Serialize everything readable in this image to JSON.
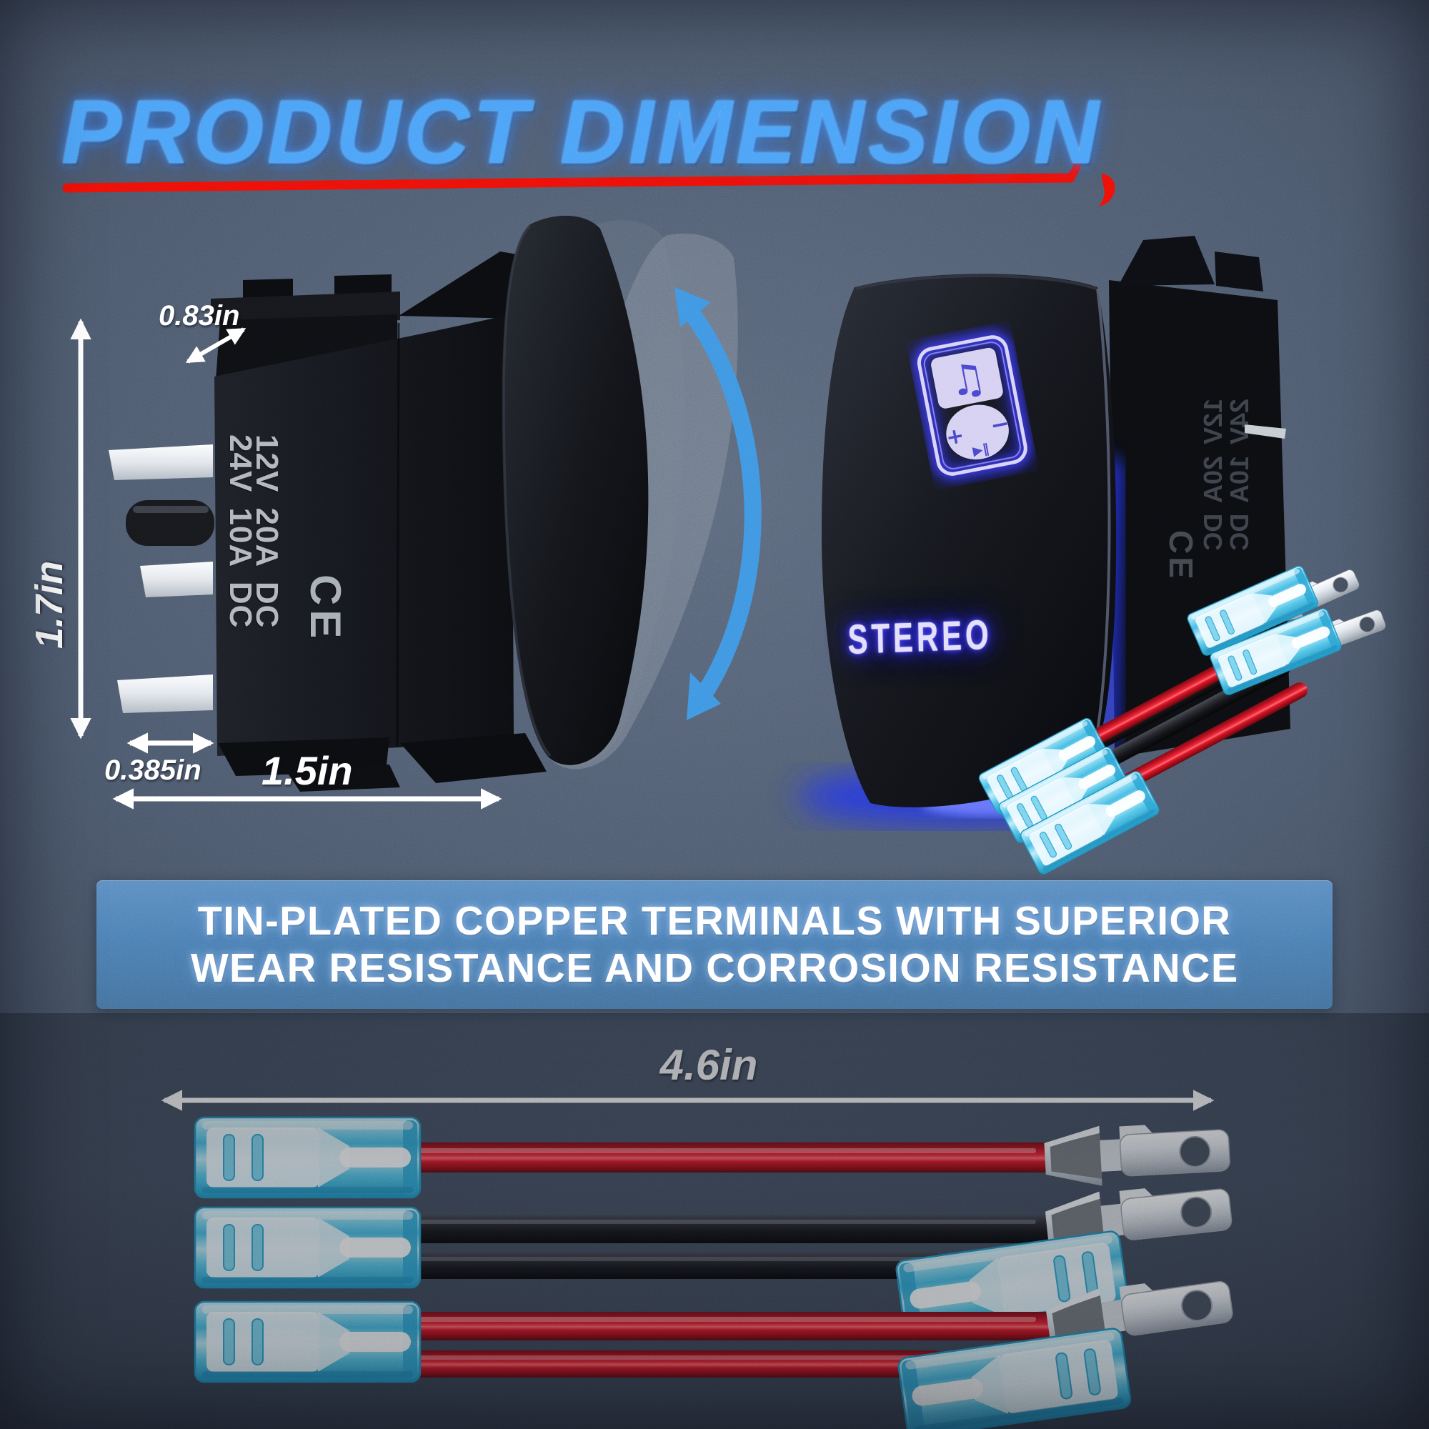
{
  "title": "PRODUCT DIMENSION",
  "dimensions": {
    "actuator_width": "0.83in",
    "body_height": "1.7in",
    "terminal_width": "0.385in",
    "body_width": "1.5in",
    "wire_length": "4.6in"
  },
  "switch_markings": {
    "row1": "12V 20A DC",
    "row2": "24V 10A DC",
    "certification": "CE"
  },
  "switch_face": {
    "label": "STEREO",
    "icon": "mp3-player-icon",
    "music_note": "♫",
    "volume_up": "+",
    "volume_down": "−",
    "play_pause": "▶‖"
  },
  "banner": {
    "line1": "TIN-PLATED COPPER TERMINALS WITH SUPERIOR",
    "line2": "WEAR RESISTANCE AND CORROSION RESISTANCE"
  },
  "colors": {
    "title_blue": "#4da3f7",
    "accent_red": "#ee1208",
    "banner_blue": "#4d80b4",
    "led_glow_blue": "#3a3aff",
    "motion_arrow_blue": "#4097e2",
    "wire_red": "#d31524",
    "wire_black": "#1b1c21",
    "connector_cyan": "#5fc8ea",
    "dimension_white": "#ffffff"
  }
}
